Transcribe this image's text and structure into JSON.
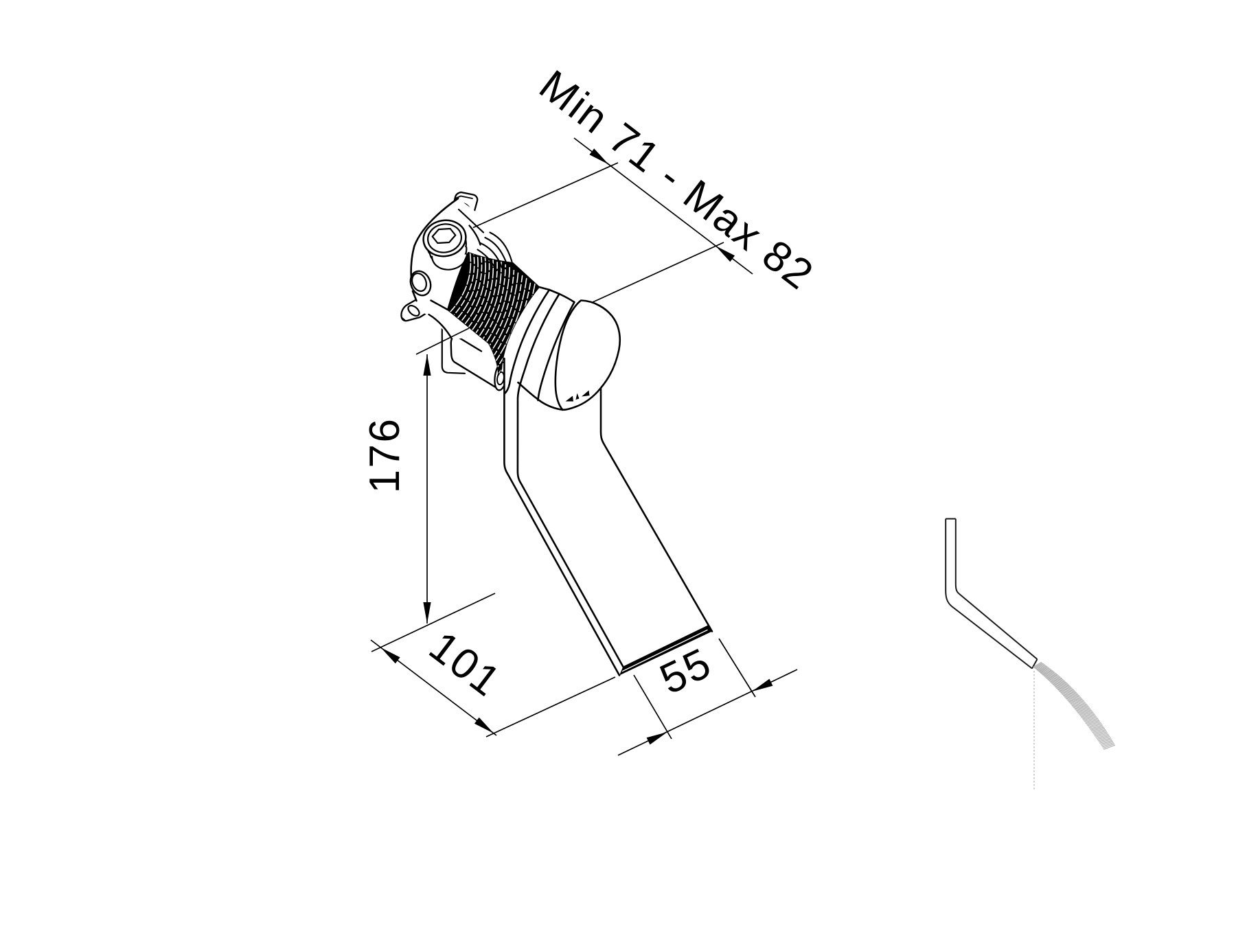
{
  "page": {
    "background": "#ffffff"
  },
  "diagram": {
    "type": "technical-drawing",
    "subject": "concealed wall-mounted waterfall spout valve",
    "views": [
      {
        "id": "main-view",
        "description": "isometric view with dimensions"
      },
      {
        "id": "profile-view",
        "description": "side profile with water stream"
      }
    ],
    "annotations": [
      {
        "id": "depth-range",
        "label": "Min 71 - Max 82"
      },
      {
        "id": "height",
        "label": "176"
      },
      {
        "id": "reach",
        "label": "101"
      },
      {
        "id": "outlet-width",
        "label": "55"
      }
    ],
    "colors": {
      "ink": "#000000",
      "water_stream": "#aaaaaa"
    }
  }
}
